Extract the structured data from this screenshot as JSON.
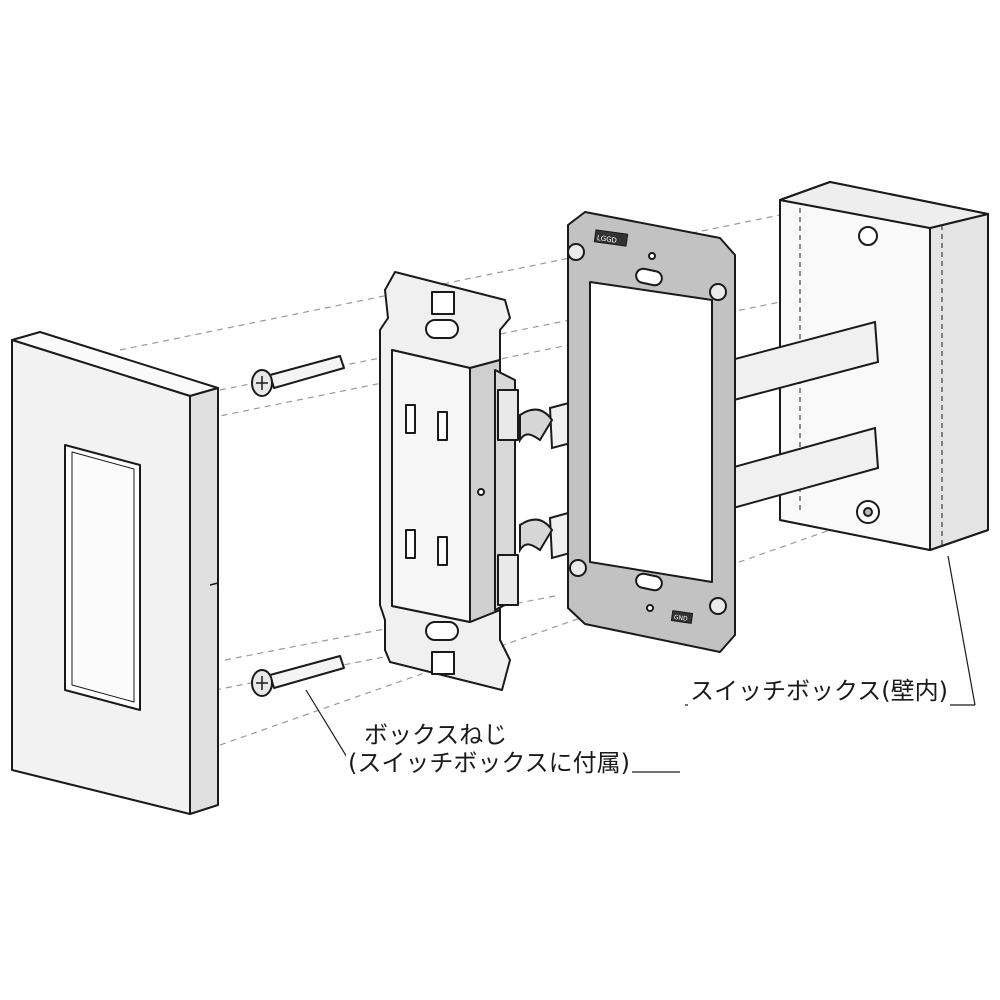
{
  "labels": {
    "switch_box": "スイッチボックス(壁内)",
    "box_screw": "ボックスねじ",
    "box_screw_note": "(スイッチボックスに付属)"
  },
  "plate_marks": {
    "top": "LGGD",
    "bottom": "GND"
  },
  "colors": {
    "line": "#1a1a1a",
    "metal": "#c2c2c2",
    "cover": "#f2f2f2",
    "outlet_body": "#e6e6e6",
    "box": "#f4f4f4"
  }
}
